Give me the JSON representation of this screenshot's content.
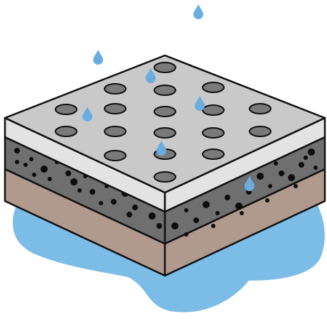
{
  "illustration": {
    "subject": "",
    "layers": [
      {
        "id": "paver-top-surface",
        "color": "#c9c9c9"
      },
      {
        "id": "paver-front-face",
        "color": "#e3e3e3"
      },
      {
        "id": "gravel-layer",
        "color": "#6f6f6f"
      },
      {
        "id": "soil-layer",
        "color": "#b09a8e"
      }
    ],
    "colors": {
      "water": "#7cbde8",
      "outline": "#111111",
      "hole": "#7a7a7a",
      "stone": "#0d0d0d",
      "raindrop": "#6aaee0"
    },
    "hole_rows": 5,
    "hole_cols": 5,
    "raindrop_count": 7
  }
}
